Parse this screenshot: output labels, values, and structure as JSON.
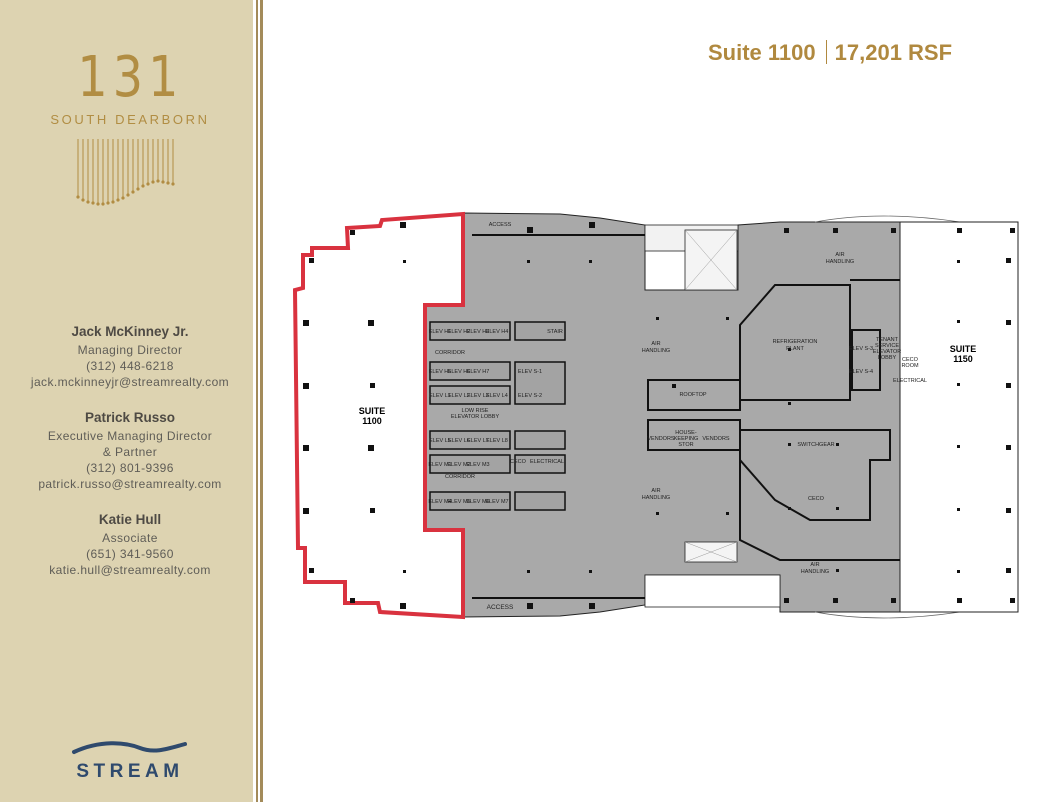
{
  "brand": {
    "building_number": "131",
    "building_name": "SOUTH DEARBORN",
    "company_logo_text": "STREAM"
  },
  "header": {
    "suite": "Suite 1100",
    "area": "17,201 RSF"
  },
  "contacts": [
    {
      "name": "Jack McKinney Jr.",
      "title_lines": [
        "Managing Director"
      ],
      "phone": "(312) 448-6218",
      "email": "jack.mckinneyjr@streamrealty.com"
    },
    {
      "name": "Patrick Russo",
      "title_lines": [
        "Executive Managing Director",
        "& Partner"
      ],
      "phone": "(312) 801-9396",
      "email": "patrick.russo@streamrealty.com"
    },
    {
      "name": "Katie Hull",
      "title_lines": [
        "Associate"
      ],
      "phone": "(651) 341-9560",
      "email": "katie.hull@streamrealty.com"
    }
  ],
  "floorplan": {
    "highlight_color": "#d9323f",
    "core_color": "#a9a9a9",
    "suites": [
      {
        "label_line1": "SUITE",
        "label_line2": "1100",
        "highlighted": true
      },
      {
        "label_line1": "SUITE",
        "label_line2": "1150",
        "highlighted": false
      }
    ],
    "rooms": {
      "access_top": "ACCESS",
      "access_bottom": "ACCESS",
      "air_handling_center_1": "AIR",
      "air_handling_center_2": "HANDLING",
      "air_handling_lower_1": "AIR",
      "air_handling_lower_2": "HANDLING",
      "air_handling_ne_1": "AIR",
      "air_handling_ne_2": "HANDLING",
      "air_handling_se_1": "AIR",
      "air_handling_se_2": "HANDLING",
      "refrigeration_1": "REFRIGERATION",
      "refrigeration_2": "PLANT",
      "switchgear": "SWITCHGEAR",
      "cecd": "CECO",
      "rooftop": "ROOFTOP",
      "vendors_1": "VENDORS",
      "vendors_2": "VENDORS",
      "housekeeping_1": "HOUSE-",
      "housekeeping_2": "KEEPING",
      "housekeeping_3": "STOR",
      "corridor_1": "CORRIDOR",
      "corridor_2": "CORRIDOR",
      "low_rise_lobby_1": "LOW RISE",
      "low_rise_lobby_2": "ELEVATOR LOBBY",
      "electrical_w": "ELECTRICAL",
      "ceco_w": "CECO",
      "electrical_e": "ELECTRICAL",
      "tenant_lobby_1": "TENANT",
      "tenant_lobby_2": "SERVICE",
      "tenant_lobby_3": "ELEVATOR",
      "tenant_lobby_4": "LOBBY",
      "ceco_room_1": "CECO",
      "ceco_room_2": "ROOM",
      "stair": "STAIR"
    },
    "elevators_row1": [
      "ELEV H1",
      "ELEV H2",
      "ELEV H3",
      "ELEV H4"
    ],
    "elevators_row2": [
      "ELEV H5",
      "ELEV H6",
      "ELEV H7"
    ],
    "elevators_row3": [
      "ELEV L1",
      "ELEV L2",
      "ELEV L3",
      "ELEV L4"
    ],
    "elevators_row4": [
      "ELEV L5",
      "ELEV L6",
      "ELEV L7",
      "ELEV L8"
    ],
    "elevators_row5": [
      "ELEV M1",
      "ELEV M2",
      "ELEV M3"
    ],
    "elevators_row6": [
      "ELEV M4",
      "ELEV M5",
      "ELEV M6",
      "ELEV M7"
    ],
    "service_elevators": [
      "ELEV S-1",
      "ELEV S-2",
      "ELEV S-3",
      "ELEV S-4"
    ]
  }
}
